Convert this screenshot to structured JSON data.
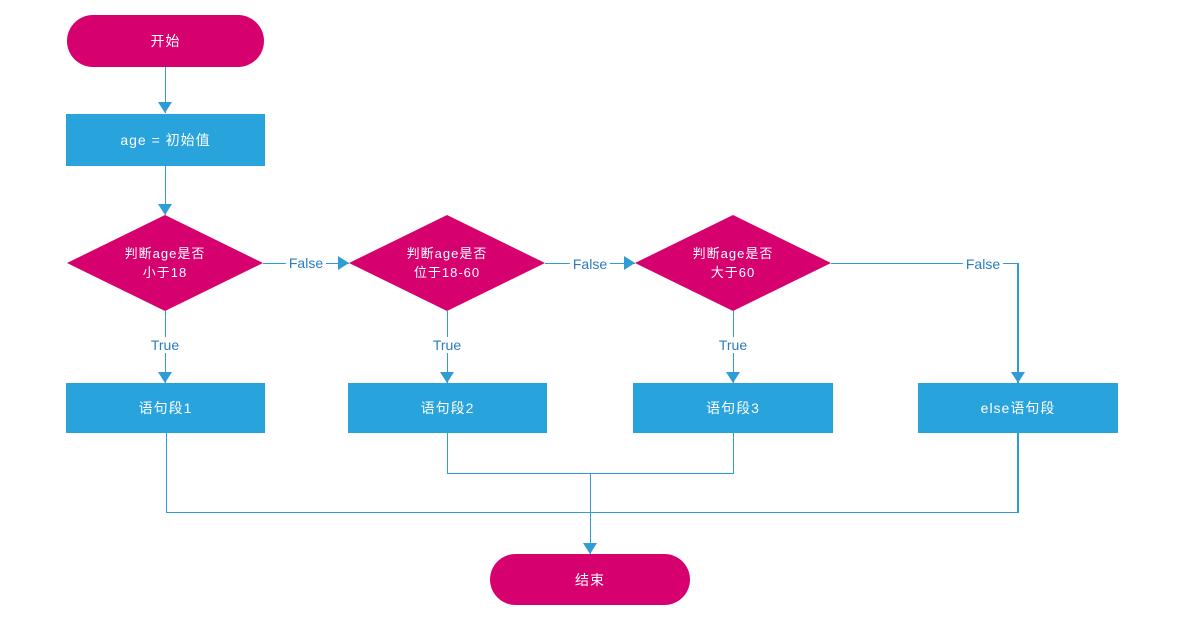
{
  "diagram": {
    "type": "flowchart",
    "colors": {
      "shape_pink": "#d6006e",
      "shape_blue": "#29a3dc",
      "connector_line": "#2f9cd6",
      "edge_label_text": "#2b7cbf",
      "shape_text": "#ffffff",
      "background": "#ffffff"
    }
  },
  "nodes": {
    "start": {
      "label": "开始"
    },
    "init": {
      "label": "age = 初始值"
    },
    "d1": {
      "line1": "判断age是否",
      "line2": "小于18"
    },
    "d2": {
      "line1": "判断age是否",
      "line2": "位于18-60"
    },
    "d3": {
      "line1": "判断age是否",
      "line2": "大于60"
    },
    "s1": {
      "label": "语句段1"
    },
    "s2": {
      "label": "语句段2"
    },
    "s3": {
      "label": "语句段3"
    },
    "selse": {
      "label": "else语句段"
    },
    "end": {
      "label": "结束"
    }
  },
  "edge_labels": {
    "true1": "True",
    "true2": "True",
    "true3": "True",
    "false1": "False",
    "false2": "False",
    "false3": "False"
  }
}
